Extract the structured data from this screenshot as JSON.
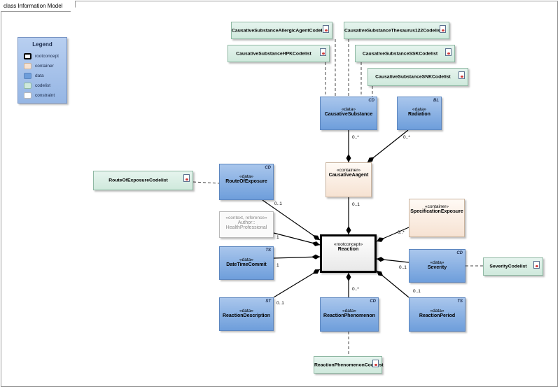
{
  "frame": {
    "title": "class Information Model"
  },
  "legend": {
    "title": "Legend",
    "items": [
      {
        "label": "rootconcept",
        "color": "#ffffff",
        "border": "#000000"
      },
      {
        "label": "container",
        "color": "#f6e2d2",
        "border": "#c9b39e"
      },
      {
        "label": "data",
        "color": "#6e9edb",
        "border": "#5c86bf"
      },
      {
        "label": "codelist",
        "color": "#cfe9dc",
        "border": "#8fb8a3"
      },
      {
        "label": "constraint",
        "color": "#ffffff",
        "border": "#b9b9b9"
      }
    ]
  },
  "codelists": {
    "allergic_agent": "CausativeSubstanceAllergicAgentCodelist",
    "thesaurus": "CausativeSubstanceThesaurus122Codelist",
    "hpk": "CausativeSubstanceHPKCodelist",
    "ssk": "CausativeSubstanceSSKCodelist",
    "snk": "CausativeSubstanceSNKCodelist",
    "route": "RouteOfExposureCodelist",
    "severity": "SeverityCodelist",
    "phenomenon": "ReactionPhenomenonCodelist"
  },
  "nodes": {
    "causative_substance": {
      "stereotype": "«data»",
      "name": "CausativeSubstance",
      "type": "CD"
    },
    "radiation": {
      "stereotype": "«data»",
      "name": "Radiation",
      "type": "BL"
    },
    "causative_agent": {
      "stereotype": "«container»",
      "name": "CausativeAagent"
    },
    "route_of_exposure": {
      "stereotype": "«data»",
      "name": "RouteOfExposure",
      "type": "CD"
    },
    "author": {
      "stereotype": "«context, reference»",
      "name_line1": "Author::",
      "name_line2": "HealthProfessional"
    },
    "reaction": {
      "stereotype": "«rootconcept»",
      "name": "Reaction"
    },
    "specification_exposure": {
      "stereotype": "«container»",
      "name": "SpecificationExposure"
    },
    "date_time_commit": {
      "stereotype": "«data»",
      "name": "DateTimeCommit",
      "type": "TS"
    },
    "severity": {
      "stereotype": "«data»",
      "name": "Severity",
      "type": "CD"
    },
    "reaction_description": {
      "stereotype": "«data»",
      "name": "ReactionDescription",
      "type": "ST"
    },
    "reaction_phenomenon": {
      "stereotype": "«data»",
      "name": "ReactionPhenomenon",
      "type": "CD"
    },
    "reaction_period": {
      "stereotype": "«data»",
      "name": "ReactionPeriod",
      "type": "TS"
    }
  },
  "multiplicities": {
    "causative_substance": "0..*",
    "radiation": "0..*",
    "causative_agent": "0..1",
    "route_of_exposure": "0..1",
    "author": "1",
    "date_time_commit": "1",
    "specification_exposure": "0..*",
    "severity": "0..1",
    "reaction_description": "0..1",
    "reaction_phenomenon": "0..*",
    "reaction_period": "0..1"
  }
}
